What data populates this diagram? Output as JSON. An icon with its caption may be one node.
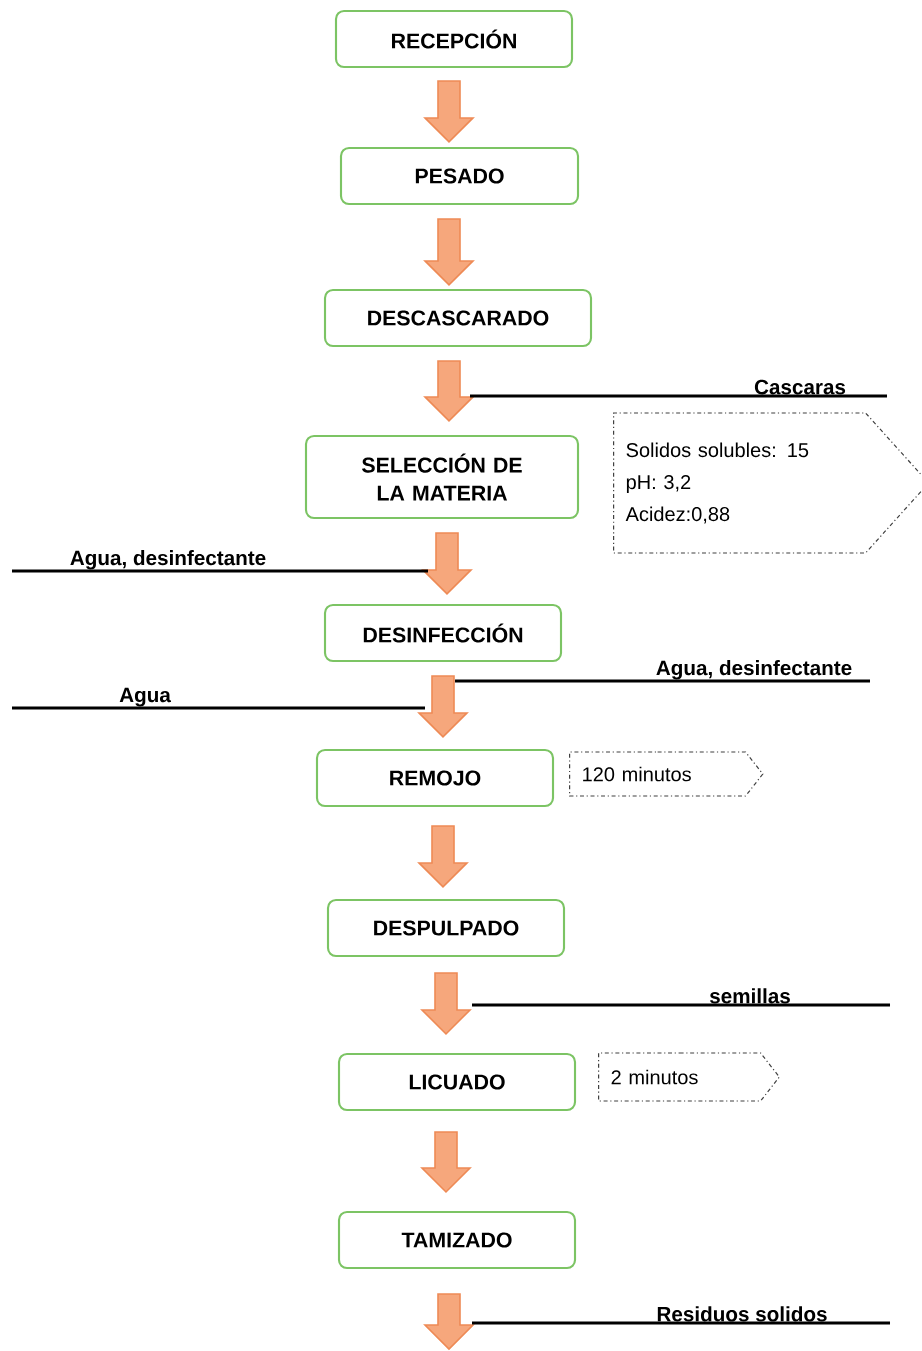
{
  "diagram": {
    "nodes": [
      {
        "text": [
          "RECEPCIÓN"
        ]
      },
      {
        "text": [
          "PESADO"
        ]
      },
      {
        "text": [
          "DESCASCARADO"
        ]
      },
      {
        "text": [
          "SELECCIÓN DE LA MATERIA"
        ]
      },
      {
        "text": [
          "DESINFECCIÓN"
        ]
      },
      {
        "text": [
          "REMOJO"
        ]
      },
      {
        "text": [
          "DESPULPADO"
        ]
      },
      {
        "text": [
          "LICUADO"
        ]
      },
      {
        "text": [
          "TAMIZADO"
        ]
      },
      {
        "text": [
          "Cascaras"
        ]
      },
      {
        "text": [
          "Solidos solubles: 15",
          "pH: 3,2",
          "Acidez:0,88"
        ]
      },
      {
        "text": [
          "Agua, desinfectante"
        ]
      },
      {
        "text": [
          "Agua, desinfectante"
        ]
      },
      {
        "text": [
          "Agua"
        ]
      },
      {
        "text": [
          "120 minutos"
        ]
      },
      {
        "text": [
          "semillas"
        ]
      },
      {
        "text": [
          "2 minutos"
        ]
      },
      {
        "text": [
          "Residuos solidos"
        ]
      }
    ],
    "edges": [
      {
        "from": 0,
        "to": 1,
        "arrow": "to"
      },
      {
        "from": 1,
        "to": 2,
        "arrow": "to"
      },
      {
        "from": 2,
        "to": 3,
        "arrow": "to"
      },
      {
        "from": 3,
        "to": 4,
        "arrow": "to"
      },
      {
        "from": 4,
        "to": 5,
        "arrow": "to"
      },
      {
        "from": 5,
        "to": 6,
        "arrow": "to"
      },
      {
        "from": 6,
        "to": 7,
        "arrow": "to"
      },
      {
        "from": 7,
        "to": 8,
        "arrow": "to"
      },
      {
        "from": 8,
        "to": null,
        "arrow": "to"
      },
      {
        "from": null,
        "to": 9,
        "arrow": "none",
        "color": "#000000"
      },
      {
        "from": 11,
        "to": null,
        "arrow": "none",
        "color": "#000000"
      },
      {
        "from": null,
        "to": 12,
        "arrow": "none",
        "color": "#000000"
      },
      {
        "from": 13,
        "to": null,
        "arrow": "none",
        "color": "#000000"
      },
      {
        "from": null,
        "to": 15,
        "arrow": "none",
        "color": "#000000"
      },
      {
        "from": null,
        "to": 17,
        "arrow": "none",
        "color": "#000000"
      }
    ]
  }
}
